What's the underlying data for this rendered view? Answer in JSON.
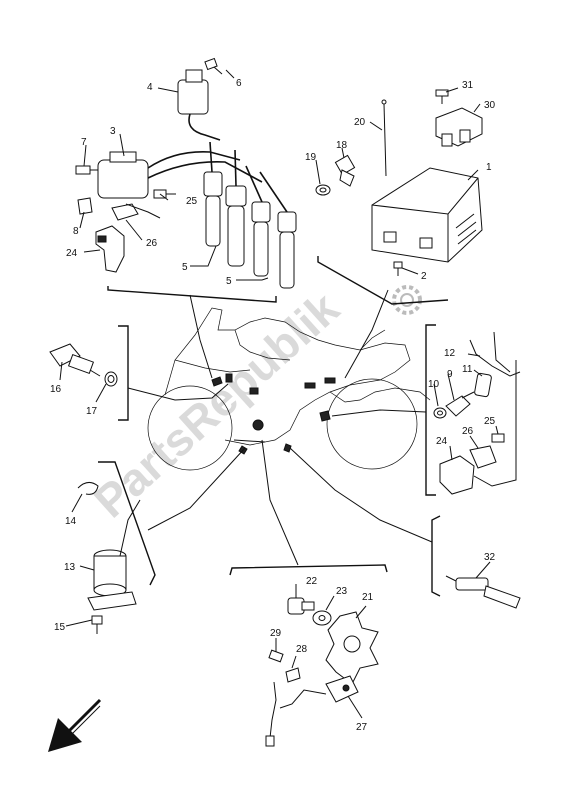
{
  "watermark": "PartsRepublik",
  "callouts": [
    {
      "id": "c1",
      "text": "1"
    },
    {
      "id": "c2",
      "text": "2"
    },
    {
      "id": "c3",
      "text": "3"
    },
    {
      "id": "c4",
      "text": "4"
    },
    {
      "id": "c5a",
      "text": "5"
    },
    {
      "id": "c5b",
      "text": "5"
    },
    {
      "id": "c6",
      "text": "6"
    },
    {
      "id": "c7",
      "text": "7"
    },
    {
      "id": "c8",
      "text": "8"
    },
    {
      "id": "c9",
      "text": "9"
    },
    {
      "id": "c10",
      "text": "10"
    },
    {
      "id": "c11",
      "text": "11"
    },
    {
      "id": "c12",
      "text": "12"
    },
    {
      "id": "c13",
      "text": "13"
    },
    {
      "id": "c14",
      "text": "14"
    },
    {
      "id": "c15",
      "text": "15"
    },
    {
      "id": "c16",
      "text": "16"
    },
    {
      "id": "c17",
      "text": "17"
    },
    {
      "id": "c18",
      "text": "18"
    },
    {
      "id": "c19",
      "text": "19"
    },
    {
      "id": "c20",
      "text": "20"
    },
    {
      "id": "c21",
      "text": "21"
    },
    {
      "id": "c22",
      "text": "22"
    },
    {
      "id": "c23",
      "text": "23"
    },
    {
      "id": "c24a",
      "text": "24"
    },
    {
      "id": "c24b",
      "text": "24"
    },
    {
      "id": "c25a",
      "text": "25"
    },
    {
      "id": "c25b",
      "text": "25"
    },
    {
      "id": "c26a",
      "text": "26"
    },
    {
      "id": "c26b",
      "text": "26"
    },
    {
      "id": "c27",
      "text": "27"
    },
    {
      "id": "c28",
      "text": "28"
    },
    {
      "id": "c29",
      "text": "29"
    },
    {
      "id": "c30",
      "text": "30"
    },
    {
      "id": "c31",
      "text": "31"
    },
    {
      "id": "c32",
      "text": "32"
    }
  ]
}
